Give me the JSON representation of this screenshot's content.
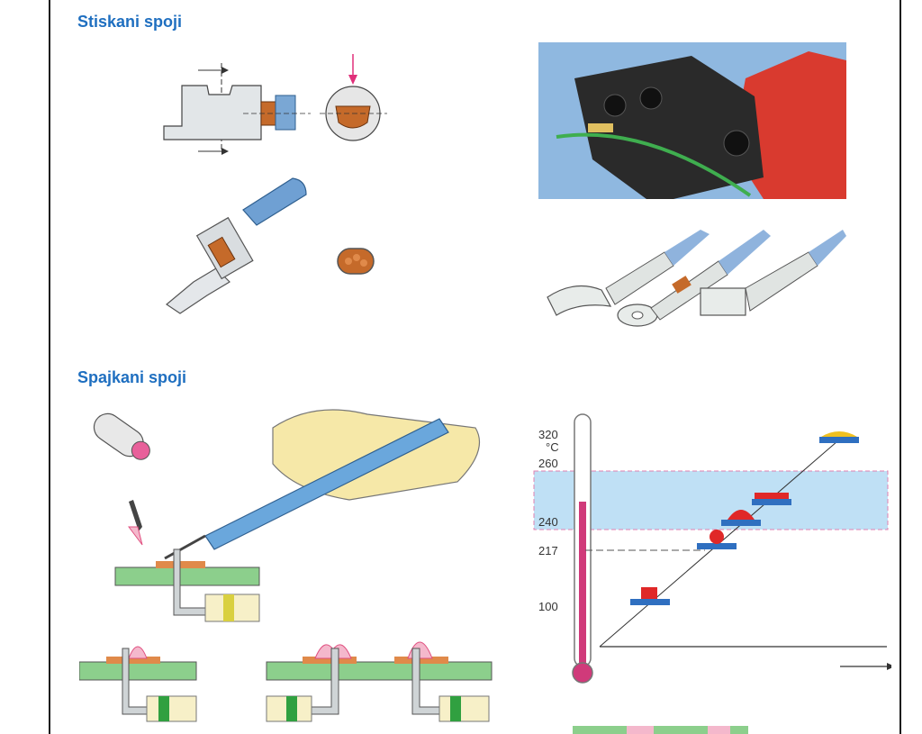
{
  "headings": {
    "crimp": "Stiskani spoji",
    "solder": "Spajkani spoji"
  },
  "soldering_chart": {
    "y_unit": "°C",
    "ticks": [
      "320",
      "260",
      "240",
      "217",
      "100"
    ]
  }
}
